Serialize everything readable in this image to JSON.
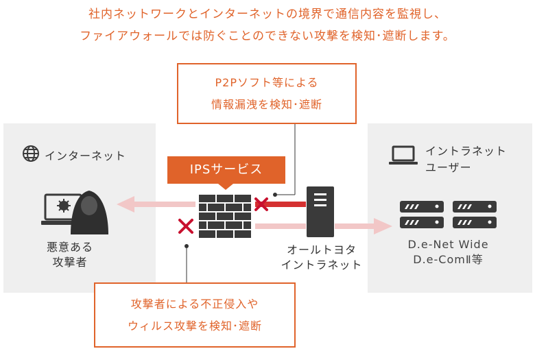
{
  "intro": {
    "line1": "社内ネットワークとインターネットの境界で通信内容を監視し、",
    "line2": "ファイアウォールでは防ぐことのできない攻撃を検知･遮断します。"
  },
  "callout_top": {
    "line1": "P2Pソフト等による",
    "line2": "情報漏洩を検知･遮断"
  },
  "callout_bottom": {
    "line1": "攻撃者による不正侵入や",
    "line2": "ウィルス攻撃を検知･遮断"
  },
  "internet": {
    "title": "インターネット",
    "icon": "globe-icon",
    "attacker_line1": "悪意ある",
    "attacker_line2": "攻撃者"
  },
  "ips": {
    "label": "IPSサービス"
  },
  "intranet": {
    "label_line1": "オールトヨタ",
    "label_line2": "イントラネット"
  },
  "users": {
    "title_line1": "イントラネット",
    "title_line2": "ユーザー",
    "icon": "laptop-icon",
    "system_line1": "D.e-Net Wide",
    "system_line2": "D.e-ComⅡ等"
  },
  "colors": {
    "accent": "#e0632a",
    "block_red": "#c8102e",
    "panel": "#efefef",
    "dark": "#333333"
  }
}
